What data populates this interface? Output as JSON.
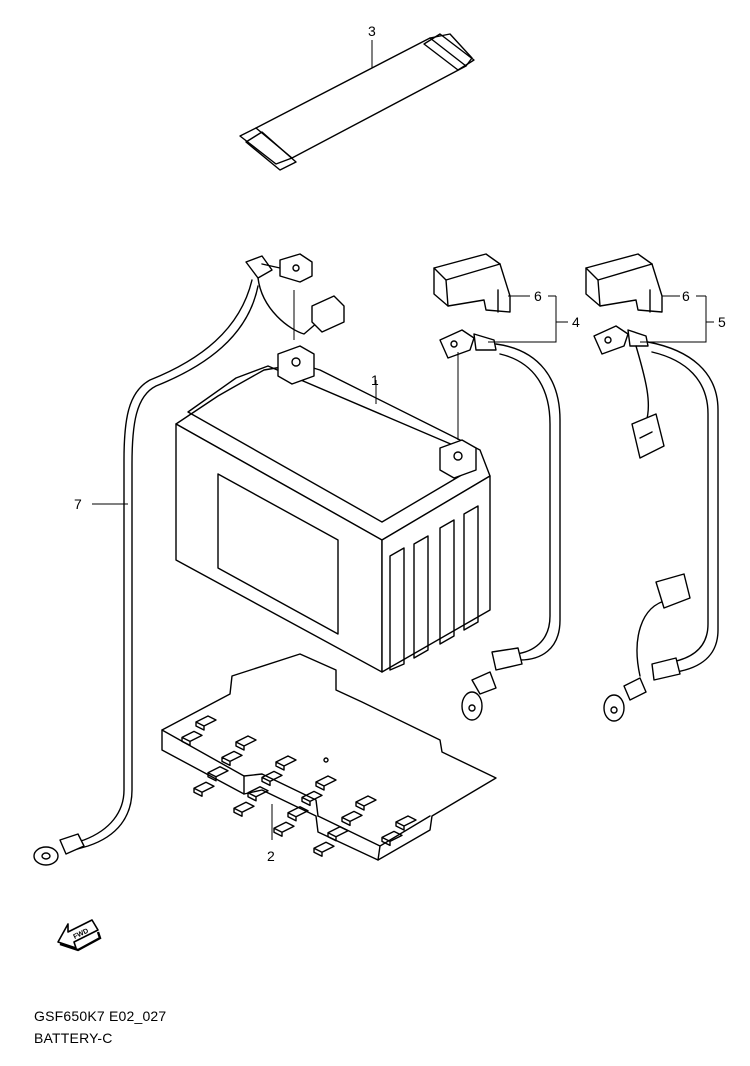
{
  "diagram": {
    "callouts": {
      "battery": "1",
      "tray": "2",
      "band": "3",
      "cable_pos": "4",
      "cable_neg": "5",
      "cover_a": "6",
      "cover_b": "6",
      "ground_lead": "7"
    },
    "fwd_label": "FWD",
    "code": "GSF650K7 E02_027",
    "name": "BATTERY-C"
  }
}
